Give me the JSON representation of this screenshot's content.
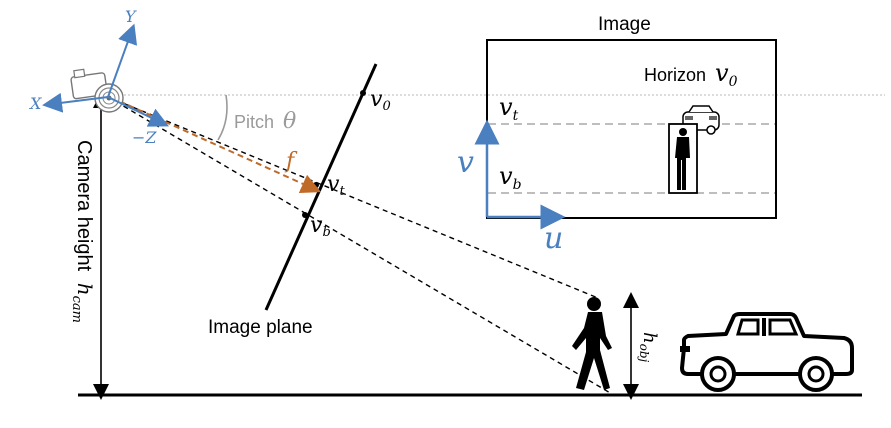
{
  "colors": {
    "ink": "#000000",
    "axis_blue": "#4a7fc0",
    "orange": "#c06a28",
    "gray": "#9a9a9a",
    "dashed_gray": "#b8b8b8"
  },
  "labels": {
    "image_title": "Image",
    "horizon_prefix": "Horizon",
    "horizon_sym": "v",
    "horizon_sub": "0",
    "vt_sym": "v",
    "vt_sub": "t",
    "vb_sym": "v",
    "vb_sub": "b",
    "u_axis": "u",
    "v_axis": "v",
    "pitch_prefix": "Pitch",
    "pitch_sym": "θ",
    "focal": "f",
    "plane_v0_sym": "v",
    "plane_v0_sub": "0",
    "plane_vt_sym": "v",
    "plane_vt_sub": "t",
    "plane_vb_sym": "v",
    "plane_vb_sub": "b",
    "image_plane": "Image plane",
    "camera_height_prefix": "Camera height",
    "camera_height_sym": "h",
    "camera_height_sub": "cam",
    "hobj_sym": "h",
    "hobj_sub": "obj",
    "axis_x": "X",
    "axis_y": "Y",
    "axis_z": "−Z"
  },
  "icons": {
    "camera": "camera-icon",
    "pedestrian": "pedestrian-icon",
    "car": "car-icon"
  }
}
